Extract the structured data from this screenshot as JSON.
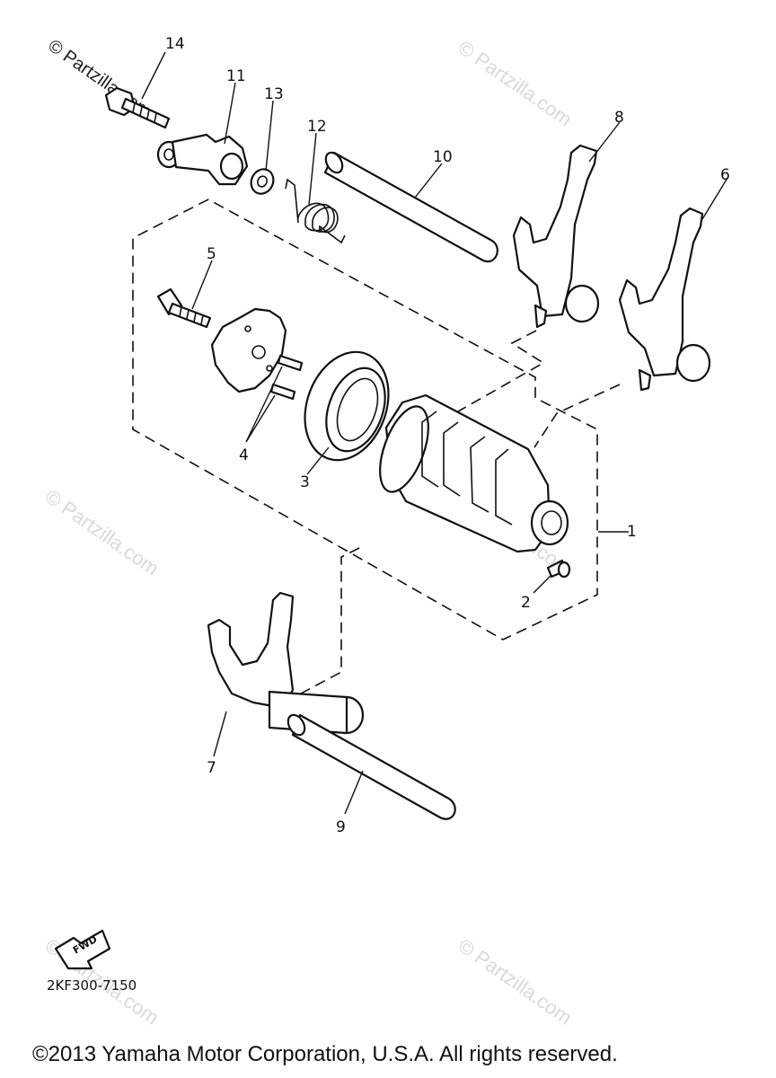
{
  "watermarks": {
    "text": "© Partzilla.com"
  },
  "callouts": [
    "1",
    "2",
    "3",
    "4",
    "5",
    "6",
    "7",
    "8",
    "9",
    "10",
    "11",
    "12",
    "13",
    "14"
  ],
  "fwd_label": "FWD",
  "diagram_code": "2KF300-7150",
  "copyright": "©2013  Yamaha Motor Corporation, U.S.A. All rights reserved."
}
